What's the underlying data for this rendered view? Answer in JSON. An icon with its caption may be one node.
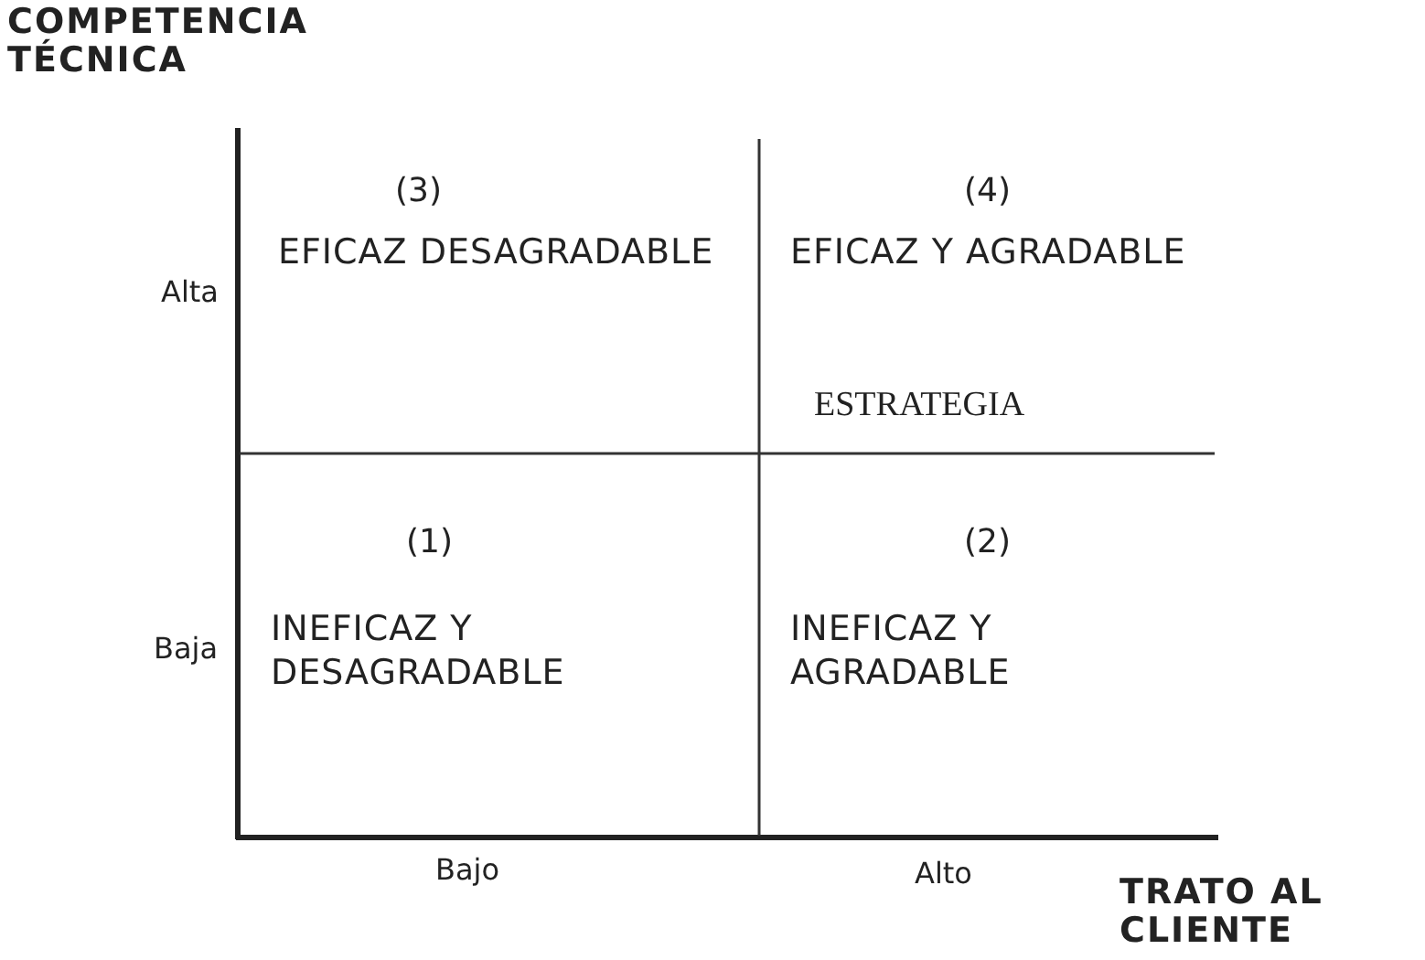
{
  "diagram": {
    "nodes": [
      {
        "text": [
          "(3)",
          "EFICAZ DESAGRADABLE"
        ]
      },
      {
        "text": [
          "(4)",
          "EFICAZ Y AGRADABLE",
          "ESTRATEGIA"
        ]
      },
      {
        "text": [
          "(1)",
          "INEFICAZ Y DESAGRADABLE"
        ]
      },
      {
        "text": [
          "(2)",
          "INEFICAZ Y AGRADABLE"
        ]
      }
    ],
    "labels": [
      "COMPETENCIA TÉCNICA",
      "Alta",
      "Baja",
      "Bajo",
      "Alto",
      "TRATO AL CLIENTE"
    ]
  }
}
